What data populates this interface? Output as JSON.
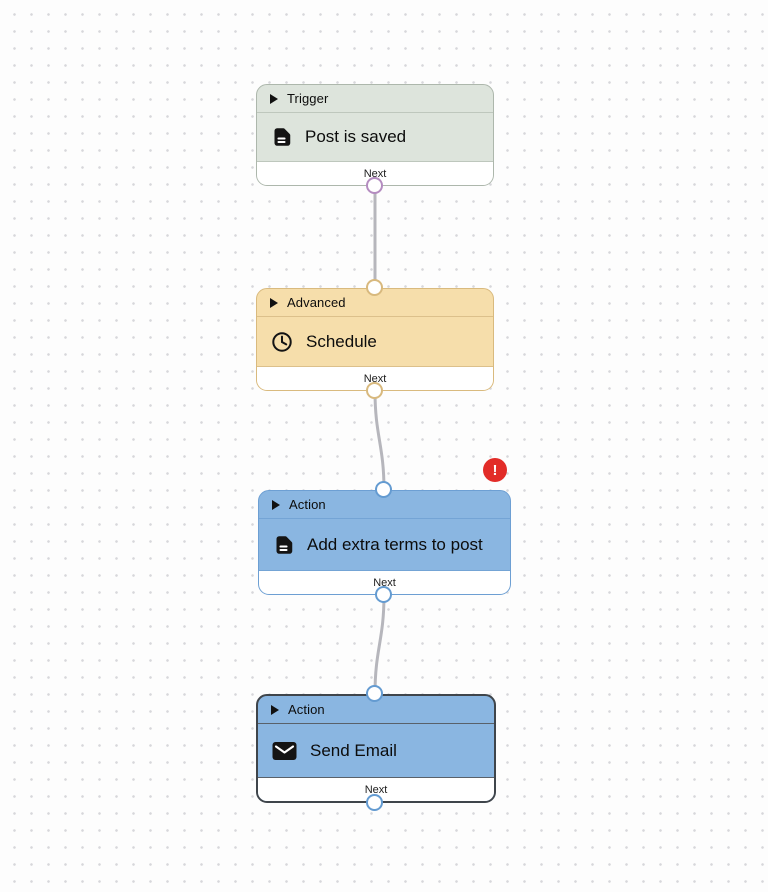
{
  "canvas": {
    "background_color": "#fdfdfd",
    "dot_color": "#d7d7db",
    "edge_color": "#b6b6bc"
  },
  "nodes": [
    {
      "category": "Trigger",
      "title": "Post is saved",
      "icon": "document-icon",
      "footer_label": "Next",
      "selected": false,
      "has_error": false,
      "colors": {
        "fill": "#dde4dc",
        "border": "#adb7ac",
        "port": "#b48cc0"
      }
    },
    {
      "category": "Advanced",
      "title": "Schedule",
      "icon": "clock-icon",
      "footer_label": "Next",
      "selected": false,
      "has_error": false,
      "colors": {
        "fill": "#f6deab",
        "border": "#d9ba7e",
        "port": "#d8b97e"
      }
    },
    {
      "category": "Action",
      "title": "Add extra terms to post",
      "icon": "document-icon",
      "footer_label": "Next",
      "selected": false,
      "has_error": true,
      "colors": {
        "fill": "#8ab6e1",
        "border": "#6d9fd3",
        "port": "#649bd1"
      }
    },
    {
      "category": "Action",
      "title": "Send Email",
      "icon": "mail-icon",
      "footer_label": "Next",
      "selected": true,
      "has_error": false,
      "colors": {
        "fill": "#8ab6e1",
        "border": "#3f454b",
        "port": "#649bd1"
      }
    }
  ],
  "error_badge": {
    "symbol": "!",
    "color": "#e22c28"
  }
}
